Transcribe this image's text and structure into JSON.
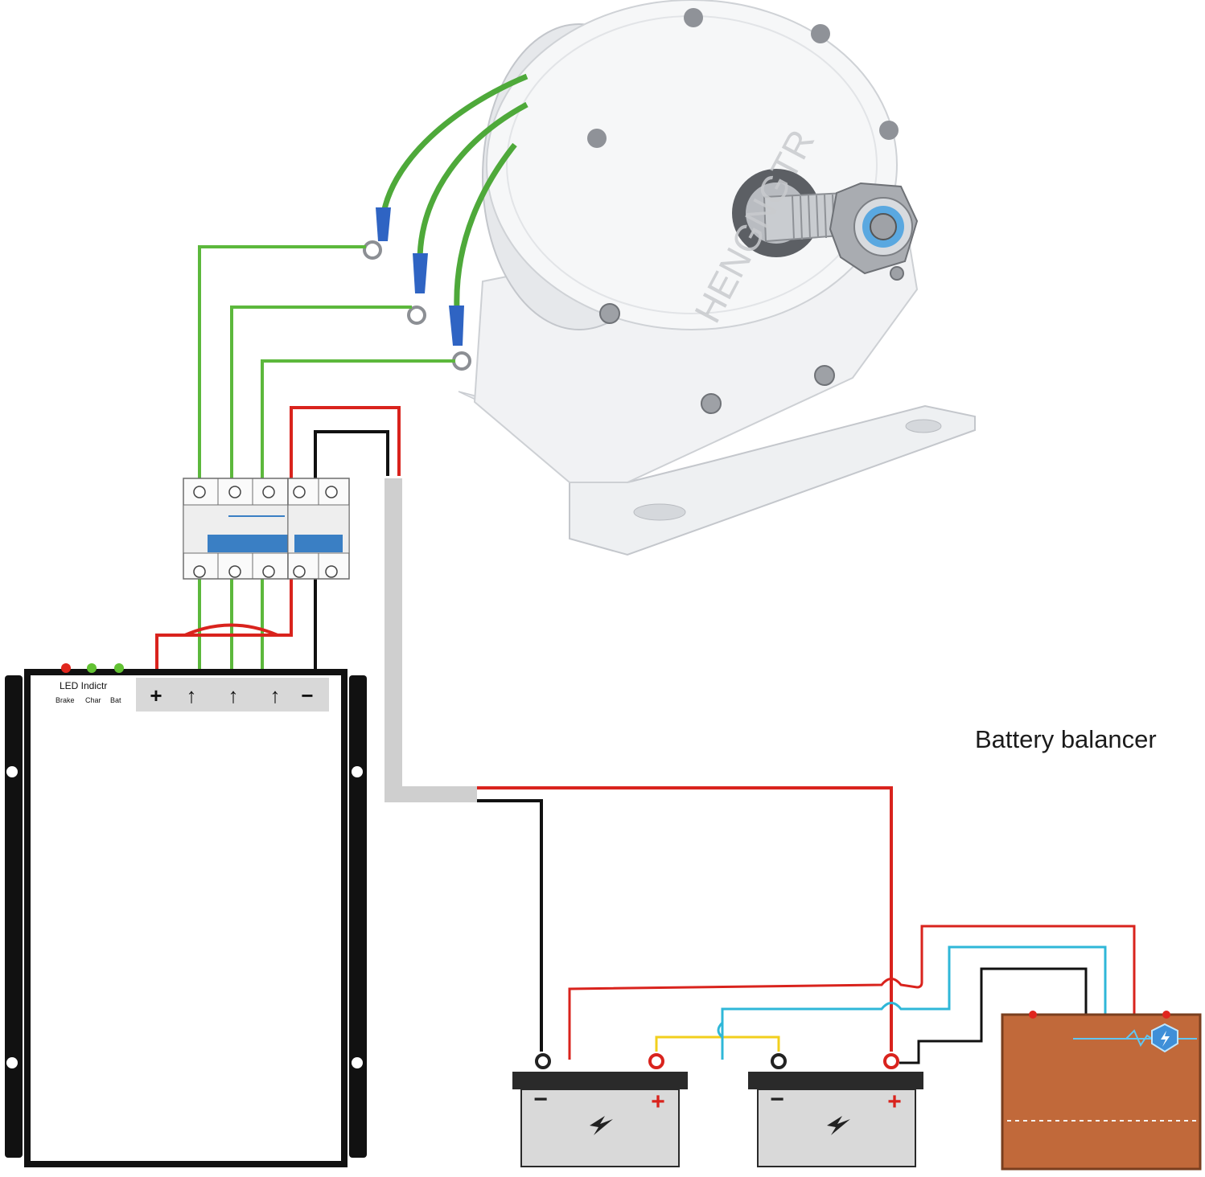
{
  "generator": {
    "watermark": "HENGNGTR"
  },
  "controller": {
    "led_title": "LED Indictr",
    "led_labels": [
      "Brake",
      "Char",
      "Bat"
    ],
    "led_colors": [
      "#e0261d",
      "#62c233",
      "#62c233"
    ],
    "terminal_symbols": [
      "+",
      "↑",
      "↑",
      "↑",
      "−"
    ]
  },
  "battery_balancer": {
    "title": "Battery balancer"
  },
  "batteries": [
    {
      "minus": "−",
      "plus": "+"
    },
    {
      "minus": "−",
      "plus": "+"
    }
  ],
  "colors": {
    "ac_wire": "#5cb83c",
    "positive_wire": "#d9231d",
    "negative_wire": "#111111",
    "balancer_sense_wire": "#2fb7d8",
    "series_link_wire": "#f2cf1d",
    "cable_sheath": "#cfcfcf",
    "breaker_blue": "#3a7fc4",
    "balancer_body": "#c1693a"
  }
}
